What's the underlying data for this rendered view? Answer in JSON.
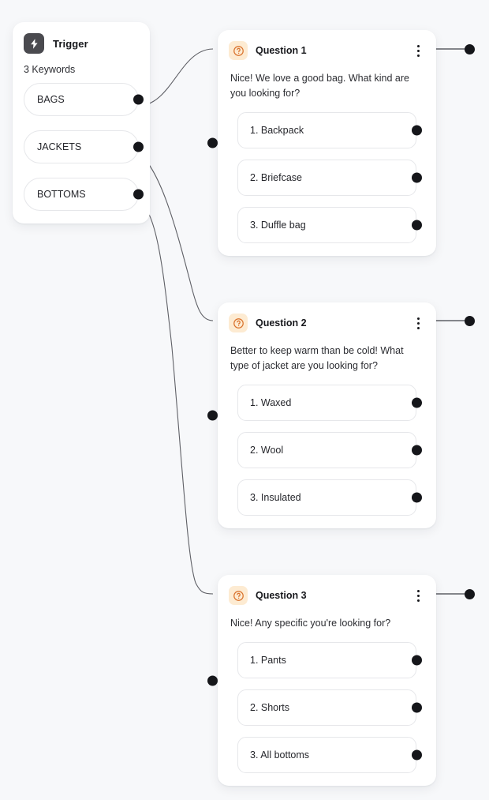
{
  "canvas": {
    "background_color": "#f7f8fa",
    "edge_color": "#5f6066",
    "port_color": "#15161a"
  },
  "trigger": {
    "icon": "lightning-bolt-icon",
    "icon_bg": "#4a4a4f",
    "title": "Trigger",
    "subtitle": "3 Keywords",
    "keywords": [
      {
        "label": "BAGS"
      },
      {
        "label": "JACKETS"
      },
      {
        "label": "BOTTOMS"
      }
    ]
  },
  "questions": [
    {
      "icon": "question-circle-icon",
      "icon_bg": "#fdebd2",
      "icon_color": "#d9702a",
      "title": "Question 1",
      "menu_icon": "kebab-menu-icon",
      "prompt": "Nice! We love a good bag. What kind are you looking for?",
      "options": [
        {
          "label": "1. Backpack"
        },
        {
          "label": "2. Briefcase"
        },
        {
          "label": "3. Duffle bag"
        }
      ]
    },
    {
      "icon": "question-circle-icon",
      "icon_bg": "#fdebd2",
      "icon_color": "#d9702a",
      "title": "Question 2",
      "menu_icon": "kebab-menu-icon",
      "prompt": "Better to keep warm than be cold! What type of jacket are you looking for?",
      "options": [
        {
          "label": "1. Waxed"
        },
        {
          "label": "2. Wool"
        },
        {
          "label": "3. Insulated"
        }
      ]
    },
    {
      "icon": "question-circle-icon",
      "icon_bg": "#fdebd2",
      "icon_color": "#d9702a",
      "title": "Question 3",
      "menu_icon": "kebab-menu-icon",
      "prompt": "Nice! Any specific you're looking for?",
      "options": [
        {
          "label": "1. Pants"
        },
        {
          "label": "2. Shorts"
        },
        {
          "label": "3. All bottoms"
        }
      ]
    }
  ],
  "connections": [
    {
      "from": "BAGS",
      "to": "Question 1"
    },
    {
      "from": "JACKETS",
      "to": "Question 2"
    },
    {
      "from": "BOTTOMS",
      "to": "Question 3"
    }
  ]
}
